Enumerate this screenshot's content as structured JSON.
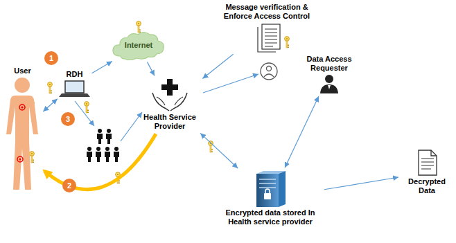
{
  "diagram": {
    "nodes": [
      {
        "text": [
          "User"
        ]
      },
      {
        "text": [
          "RDH"
        ]
      },
      {
        "text": [
          "Internet"
        ]
      },
      {
        "text": [
          "Health Service Provider"
        ]
      },
      {
        "text": [
          "Message verification & Enforce Access Control"
        ]
      },
      {
        "text": [
          "Data Access Requester"
        ]
      },
      {
        "text": [
          "Encrypted data stored In Health service provider"
        ]
      },
      {
        "text": [
          "Decrypted Data"
        ]
      }
    ],
    "edges": [
      {
        "from": 0,
        "to": 1,
        "arrow": "both"
      },
      {
        "from": 1,
        "to": 2,
        "arrow": "to"
      },
      {
        "from": 2,
        "to": 3,
        "arrow": "to"
      },
      {
        "from": 4,
        "to": 3,
        "arrow": "to"
      },
      {
        "from": 3,
        "to": 0,
        "arrow": "to"
      },
      {
        "from": 3,
        "to": 6,
        "arrow": "both"
      },
      {
        "from": 6,
        "to": 5,
        "arrow": "both"
      },
      {
        "from": 6,
        "to": 7,
        "arrow": "to"
      }
    ],
    "labels": [
      "1",
      "3",
      "2"
    ]
  }
}
